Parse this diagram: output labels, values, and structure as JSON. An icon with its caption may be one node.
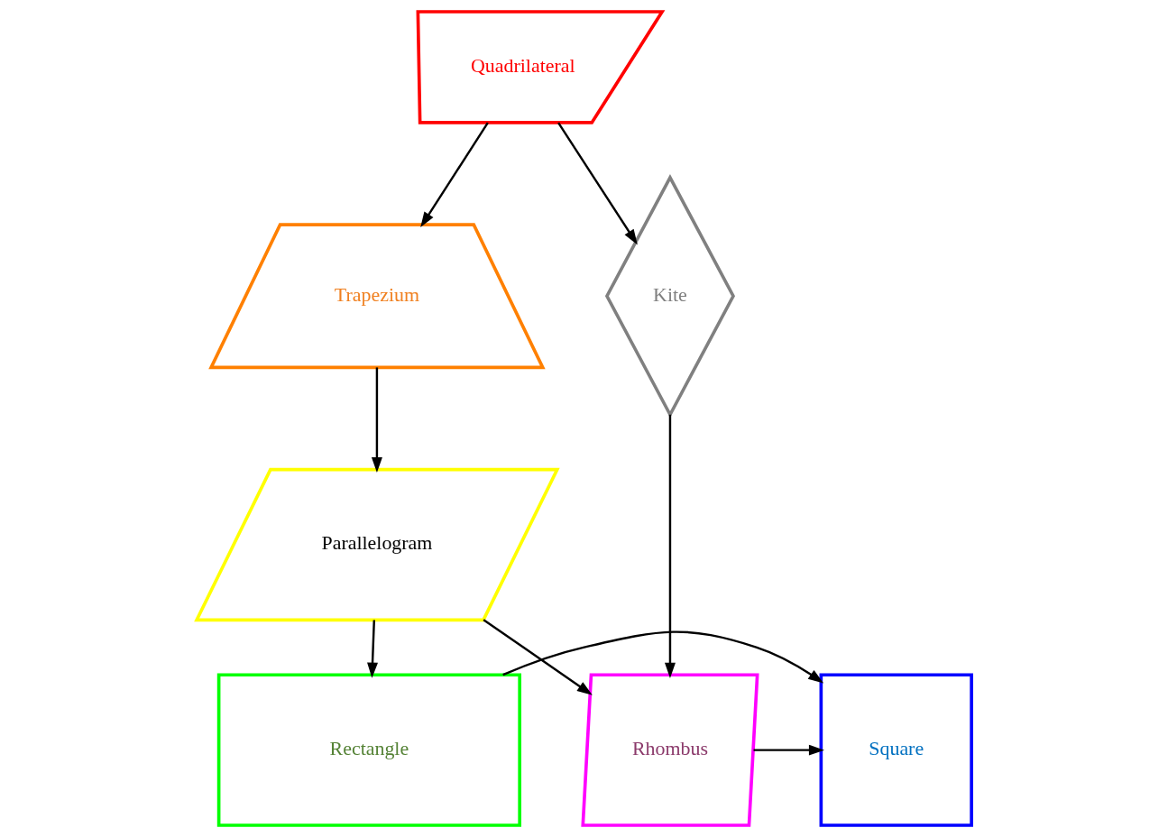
{
  "diagram": {
    "nodes": [
      {
        "text": [
          "Quadrilateral"
        ]
      },
      {
        "text": [
          "Trapezium"
        ]
      },
      {
        "text": [
          "Kite"
        ]
      },
      {
        "text": [
          "Parallelogram"
        ]
      },
      {
        "text": [
          "Rhombus"
        ]
      },
      {
        "text": [
          "Square"
        ]
      },
      {
        "text": [
          "Rectangle"
        ]
      }
    ],
    "edges": [
      {
        "from": 0,
        "to": 1,
        "arrow": "to"
      },
      {
        "from": 0,
        "to": 2,
        "arrow": "to"
      },
      {
        "from": 1,
        "to": 3,
        "arrow": "to"
      },
      {
        "from": 2,
        "to": 4,
        "arrow": "to"
      },
      {
        "from": 3,
        "to": 4,
        "arrow": "to"
      },
      {
        "from": 3,
        "to": 6,
        "arrow": "to"
      },
      {
        "from": 4,
        "to": 5,
        "arrow": "to"
      },
      {
        "from": 6,
        "to": 5,
        "arrow": "to"
      }
    ]
  }
}
